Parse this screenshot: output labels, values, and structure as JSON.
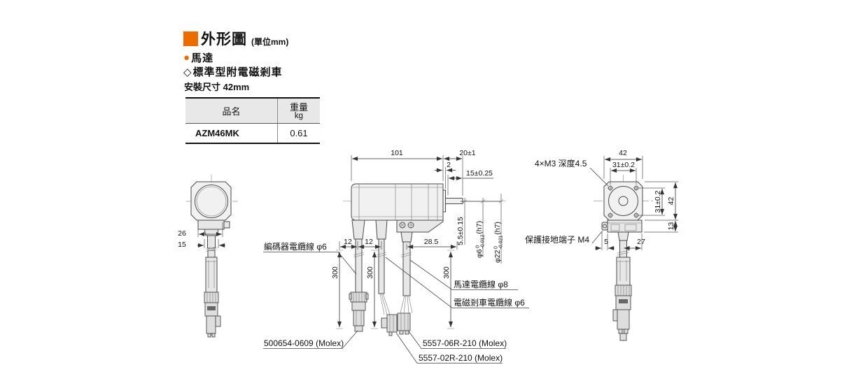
{
  "meta": {
    "accent_orange": "#ed6c00",
    "background": "#ffffff"
  },
  "header": {
    "section_marker": "■",
    "section_title": "外形圖",
    "unit_note": "(單位mm)",
    "bullet_icon": "●",
    "product_bullet": "馬達",
    "diamond_icon": "◇",
    "variant_bullet": "標準型附電磁剎車",
    "mounting_size": "安裝尺寸 42mm"
  },
  "spec_table": {
    "col_product": "品名",
    "col_weight": "重量",
    "col_weight_unit": "kg",
    "rows": [
      {
        "product_name": "AZM46MK",
        "weight": "0.61"
      }
    ]
  },
  "left_view": {
    "dim_hub_width": "26",
    "dim_cable_exit": "15"
  },
  "side_view": {
    "dim_body_length": "101",
    "dim_shaft_length": "20±1",
    "dim_boss": "2",
    "dim_shaft_usable": "15±0.25",
    "dim_cable1": "12",
    "dim_cable2": "12",
    "dim_cable3": "28.5",
    "dim_shaft_flat": "5.5±0.15",
    "shaft_dia": {
      "dia": "φ6",
      "tol_upper": "0",
      "tol_lower": "-0.012",
      "fit": "(h7)"
    },
    "boss_dia": {
      "dia": "φ22",
      "tol_upper": "0",
      "tol_lower": "-0.021",
      "fit": "(h7)"
    },
    "cable_len1": "300",
    "cable_len2": "300",
    "cable_len3": "300",
    "label_encoder_cable": "編碼器電纜線 φ6",
    "label_motor_cable": "馬達電纜線 φ8",
    "label_brake_cable": "電磁剎車電纜線 φ6",
    "label_connector_encoder": "500654-0609 (Molex)",
    "label_connector_motor": "5557-06R-210 (Molex)",
    "label_connector_brake": "5557-02R-210 (Molex)"
  },
  "rear_view": {
    "dim_width": "42",
    "dim_hole_pitch_h": "31±0.2",
    "dim_height": "42",
    "dim_hole_pitch_v": "31±0.2",
    "dim_block_height": "13",
    "dim_earth_offset": "5",
    "dim_cable_offset": "27",
    "label_tap": "4×M3 深度4.5",
    "label_earth": "保護接地端子 M4"
  }
}
